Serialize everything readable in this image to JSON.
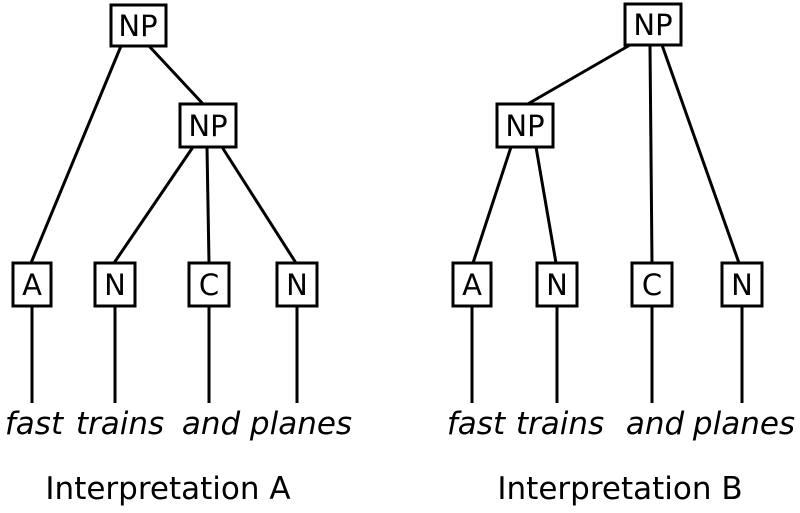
{
  "colors": {
    "background": "#ffffff",
    "line": "#000000",
    "text": "#000000"
  },
  "phrase": "fast trains and planes",
  "tree_a": {
    "root_label": "NP",
    "inner_label": "NP",
    "leaves": [
      "A",
      "N",
      "C",
      "N"
    ],
    "words": [
      "fast",
      "trains",
      "and",
      "planes"
    ],
    "caption": "Interpretation A"
  },
  "tree_b": {
    "root_label": "NP",
    "inner_label": "NP",
    "leaves": [
      "A",
      "N",
      "C",
      "N"
    ],
    "words": [
      "fast",
      "trains",
      "and",
      "planes"
    ],
    "caption": "Interpretation B"
  }
}
